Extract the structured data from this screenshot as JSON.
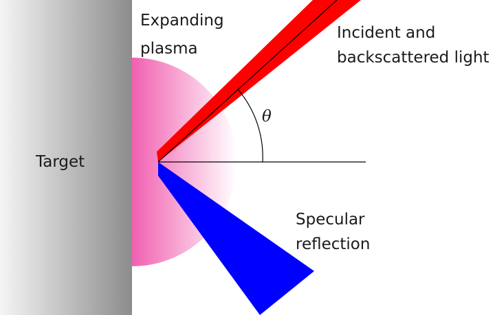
{
  "labels": {
    "target": "Target",
    "plasma_line1": "Expanding",
    "plasma_line2": "plasma",
    "incident_line1": "Incident and",
    "incident_line2": "backscattered light",
    "specular_line1": "Specular",
    "specular_line2": "reflection",
    "angle": "θ"
  },
  "colors": {
    "target_light": "#f5f5f5",
    "target_dark": "#8c8c8c",
    "plasma_dense": "#e8008a",
    "plasma_fade": "#ffffff",
    "incident_beam": "#ff0000",
    "specular_beam": "#0000ff",
    "lines": "#000000"
  }
}
